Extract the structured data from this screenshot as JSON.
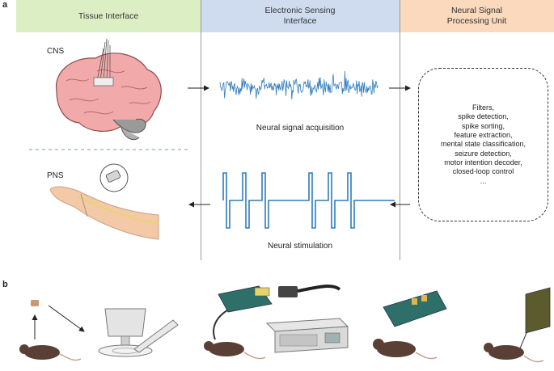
{
  "panel_a": {
    "letter": "a",
    "headers": [
      "Tissue Interface",
      "Electronic Sensing\nInterface",
      "Neural Signal\nProcessing Unit"
    ],
    "header_colors": [
      "#dcefc4",
      "#cfdcef",
      "#fbd9bd"
    ],
    "cns_label": "CNS",
    "pns_label": "PNS",
    "acquisition_label": "Neural signal acquisition",
    "stimulation_label": "Neural stimulation",
    "processing_items": [
      "Filters,",
      "spike detection,",
      "spike sorting,",
      "feature extraction,",
      "mental state classification,",
      "seizure detection,",
      "motor intention decoder,",
      "closed-loop control",
      "..."
    ],
    "signal_color": "#2f7bbd"
  },
  "panel_b": {
    "letter": "b"
  }
}
